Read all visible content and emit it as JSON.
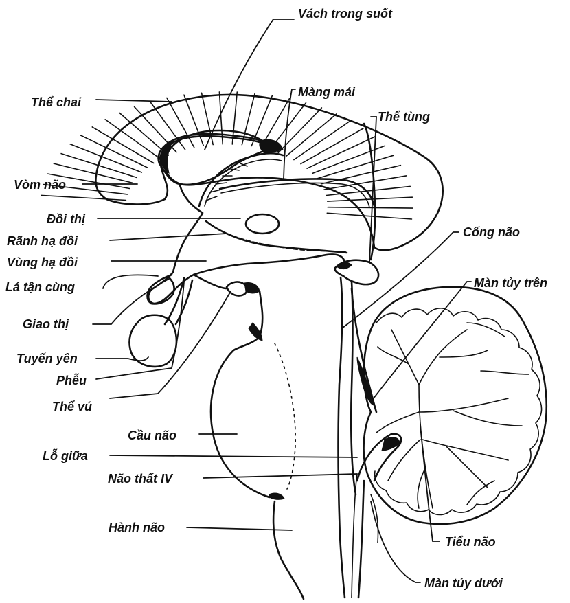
{
  "labels": {
    "vach_trong_suot": "Vách trong suốt",
    "mang_mai": "Màng mái",
    "the_chai": "Thể chai",
    "the_tung": "Thể tùng",
    "vom_nao": "Vòm não",
    "doi_thi": "Đồi thị",
    "ranh_ha_doi": "Rãnh hạ đồi",
    "vung_ha_doi": "Vùng hạ đồi",
    "la_tan_cung": "Lá tận cùng",
    "giao_thi": "Giao thị",
    "tuyen_yen": "Tuyến yên",
    "pheu": "Phễu",
    "the_vu": "Thể vú",
    "cong_nao": "Cống não",
    "man_tuy_tren": "Màn tủy trên",
    "cau_nao": "Cầu não",
    "lo_giua": "Lỗ giữa",
    "nao_that_iv": "Não thất IV",
    "hanh_nao": "Hành não",
    "tieu_nao": "Tiểu não",
    "man_tuy_duoi": "Màn tủy dưới"
  }
}
